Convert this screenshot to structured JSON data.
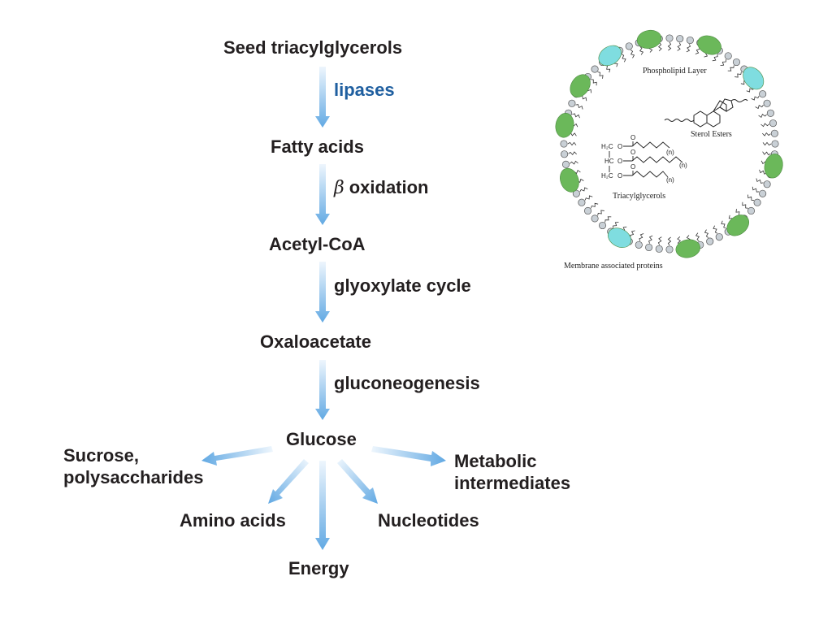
{
  "pathway": {
    "nodes": {
      "seed_tag": "Seed triacylglycerols",
      "fatty_acids": "Fatty acids",
      "acetyl_coa": "Acetyl-CoA",
      "oxaloacetate": "Oxaloacetate",
      "glucose": "Glucose",
      "sucrose": "Sucrose,",
      "polysaccharides": "polysaccharides",
      "metabolic": "Metabolic",
      "intermediates": "intermediates",
      "amino_acids": "Amino acids",
      "nucleotides": "Nucleotides",
      "energy": "Energy"
    },
    "steps": {
      "lipases": "lipases",
      "beta_symbol": "β",
      "oxidation": "oxidation",
      "glyoxylate": "glyoxylate cycle",
      "gluconeogenesis": "gluconeogenesis"
    },
    "colors": {
      "text": "#231f20",
      "enzyme_blue": "#1f5fa0",
      "arrow_light": "#e3f0fb",
      "arrow_dark": "#6aaee6"
    }
  },
  "membrane_figure": {
    "phospholipid_label": "Phospholipid Layer",
    "sterol_label": "Sterol Esters",
    "tag_label": "Triacylglycerols",
    "proteins_label": "Membrane associated proteins",
    "chem": {
      "row1_group": "H₂C",
      "row2_group": "HC",
      "row3_group": "H₂C",
      "oxygen": "O",
      "repeat": "(n)"
    },
    "colors": {
      "protein_green": "#6bb85a",
      "protein_cyan": "#7fdde0",
      "head_gray": "#c9d0d6"
    }
  }
}
